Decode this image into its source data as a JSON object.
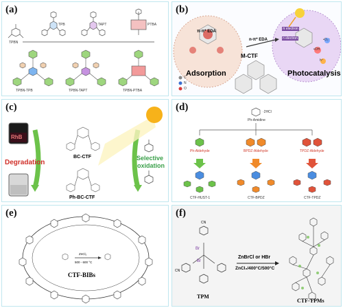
{
  "panels": {
    "a": {
      "label": "(a)",
      "monomers": [
        "TPB",
        "TAPT",
        "PTBA"
      ],
      "tpbn": "TPBN",
      "products": [
        "TPBN-TPB",
        "TPBN-TAPT",
        "TPBN-PTBA"
      ]
    },
    "b": {
      "label": "(b)",
      "pi_top": "π-π* EDA",
      "pi_mid": "n-π* EDA",
      "electron1": "π electron",
      "electron2": "n electron",
      "adsorption": "Adsorption",
      "photocatalysis": "Photocatalysis",
      "center": "M-CTF",
      "legend": [
        "C",
        "N",
        "O"
      ],
      "radicals": [
        "•OH",
        "•O₂⁻",
        "h⁺"
      ]
    },
    "c": {
      "label": "(c)",
      "rhb": "RhB",
      "degradation": "Degradation",
      "selective": "Selective",
      "oxidation": "oxidation",
      "bc_ctf": "BC-CTF",
      "ph_bc_ctf": "Ph-BC-CTF"
    },
    "d": {
      "label": "(d)",
      "amidine": "Ph-Amidine",
      "hcl": "·2HCl",
      "aldehydes": [
        "Ph-Aldehyde",
        "BPDZ-Aldehyde",
        "TPDZ-Aldehyde"
      ],
      "products": [
        "CTF-HUST-1",
        "CTF-BPDZ",
        "CTF-TPDZ"
      ]
    },
    "e": {
      "label": "(e)",
      "name": "CTF-BIBs",
      "catalyst": "ZnCl₂",
      "temp": "500 - 600 °C"
    },
    "f": {
      "label": "(f)",
      "reagent": "ZnBrCl or HBr",
      "conditions": "ZnCl₂/400°C/500°C",
      "tpm": "TPM",
      "product": "CTF-TPMs",
      "br": "Br",
      "cn": "CN"
    }
  },
  "colors": {
    "panel_border": "#bfe6ee",
    "green_ring": "#6cc24a",
    "blue_ring": "#4a8de0",
    "pink_ring": "#d95aa0",
    "red_ring": "#e0533a",
    "orange_ring": "#f08a2a",
    "purple_halo": "#cfa7e8",
    "red_halo": "#f5b5a8"
  }
}
